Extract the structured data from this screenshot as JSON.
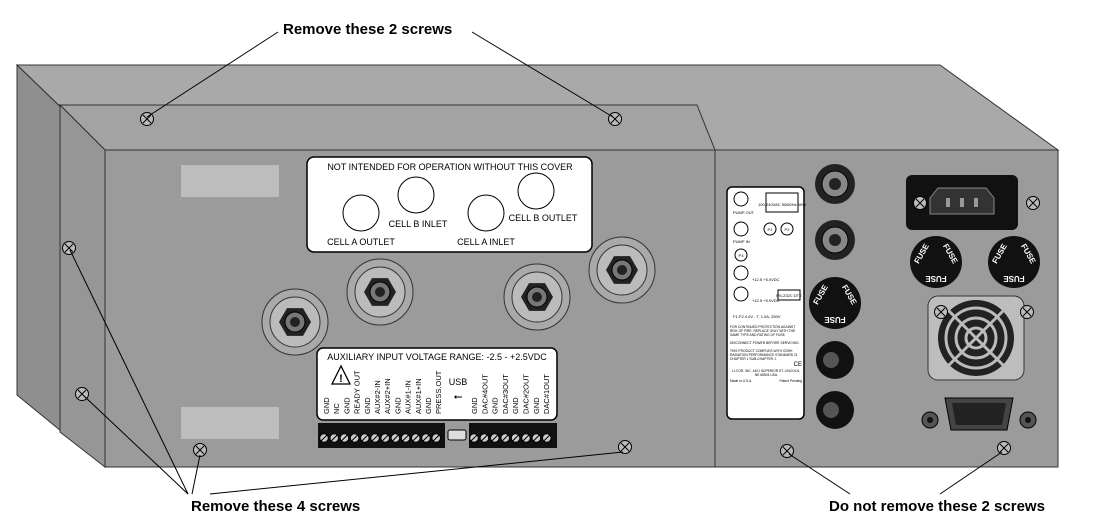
{
  "callouts": {
    "top": "Remove these 2 screws",
    "bottom_left": "Remove these 4 screws",
    "bottom_right": "Do not remove these 2 screws"
  },
  "cover_label": {
    "title": "NOT INTENDED FOR OPERATION WITHOUT THIS COVER",
    "ports": [
      "CELL A OUTLET",
      "CELL B INLET",
      "CELL A INLET",
      "CELL B OUTLET"
    ]
  },
  "aux_panel": {
    "title": "AUXILIARY INPUT VOLTAGE RANGE: -2.5 - +2.5VDC",
    "left_terminals": [
      "GND",
      "NC",
      "GND",
      "READY OUT",
      "GND",
      "AUX#2-IN",
      "AUX#2+IN",
      "GND",
      "AUX#1-IN",
      "AUX#1+IN",
      "GND",
      "PRESS.OUT"
    ],
    "usb_label": "USB",
    "right_terminals": [
      "GND",
      "DAC#4OUT",
      "GND",
      "DAC#3OUT",
      "GND",
      "DAC#2OUT",
      "GND",
      "DAC#1OUT"
    ]
  },
  "right_panel": {
    "pump_out": "PUMP OUT",
    "pump_in": "PUMP IN",
    "power": "100-240VAC 50/60Hz 60W",
    "p1": "P1",
    "p2": "P2",
    "p3": "P3",
    "v1": "+12.5 +5.0VDC",
    "v2": "+12.5 +5.0VDC",
    "rs232": "RS-232C DTE",
    "fuse_spec": "F1-F2 4.0V - T, 1.0A, 250V",
    "warning1": "FOR CONTINUED PROTECTION AGAINST RISK OF FIRE, REPLACE ONLY WITH THE SAME TYPE AND RATING OF FUSE.",
    "warning2": "DISCONNECT POWER BEFORE SERVICING.",
    "compliance": "THIS PRODUCT COMPLIES WITH CDRH RADIATION PERFORMANCE STANDARD 21 CHAPTER 1 SUB-CHAPTER J.",
    "ce": "CE",
    "maker": "LI-COR, INC. 4421 SUPERIOR ST. LINCOLN, NE 68504 USA",
    "made_in": "Made in U.S.A.",
    "patent": "Patent Pending"
  },
  "fuse_label": "FUSE",
  "colors": {
    "front": "#9b9b9b",
    "top": "#a9a9a9",
    "side": "#8f8f8f",
    "label_bg": "#ffffff",
    "blank_plate": "#bdbdbd"
  }
}
